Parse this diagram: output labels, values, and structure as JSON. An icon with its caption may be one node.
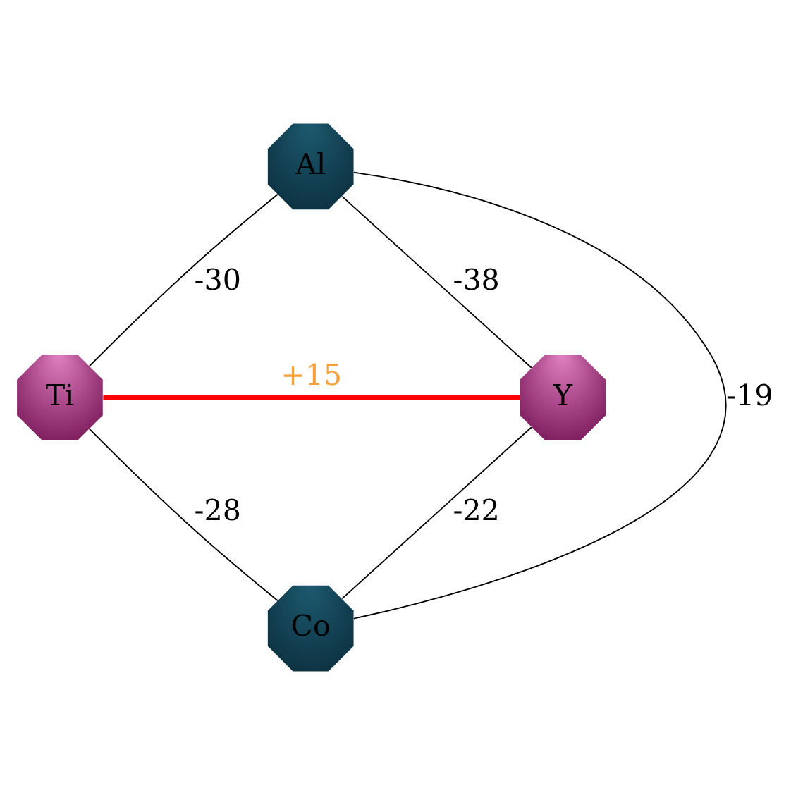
{
  "diagram": {
    "nodes": [
      {
        "text": [
          "Al"
        ]
      },
      {
        "text": [
          "Ti"
        ]
      },
      {
        "text": [
          "Y"
        ]
      },
      {
        "text": [
          "Co"
        ]
      }
    ],
    "edges": [
      {
        "from": 0,
        "to": 1,
        "arrow": "none",
        "label": "-30"
      },
      {
        "from": 0,
        "to": 2,
        "arrow": "none",
        "label": "-38"
      },
      {
        "from": 1,
        "to": 2,
        "arrow": "none",
        "label": "+15",
        "style": "thick",
        "color": "#ff0000"
      },
      {
        "from": 0,
        "to": 3,
        "arrow": "none",
        "label": "-19"
      },
      {
        "from": 1,
        "to": 3,
        "arrow": "none",
        "label": "-28"
      },
      {
        "from": 2,
        "to": 3,
        "arrow": "none",
        "label": "-22"
      }
    ]
  }
}
